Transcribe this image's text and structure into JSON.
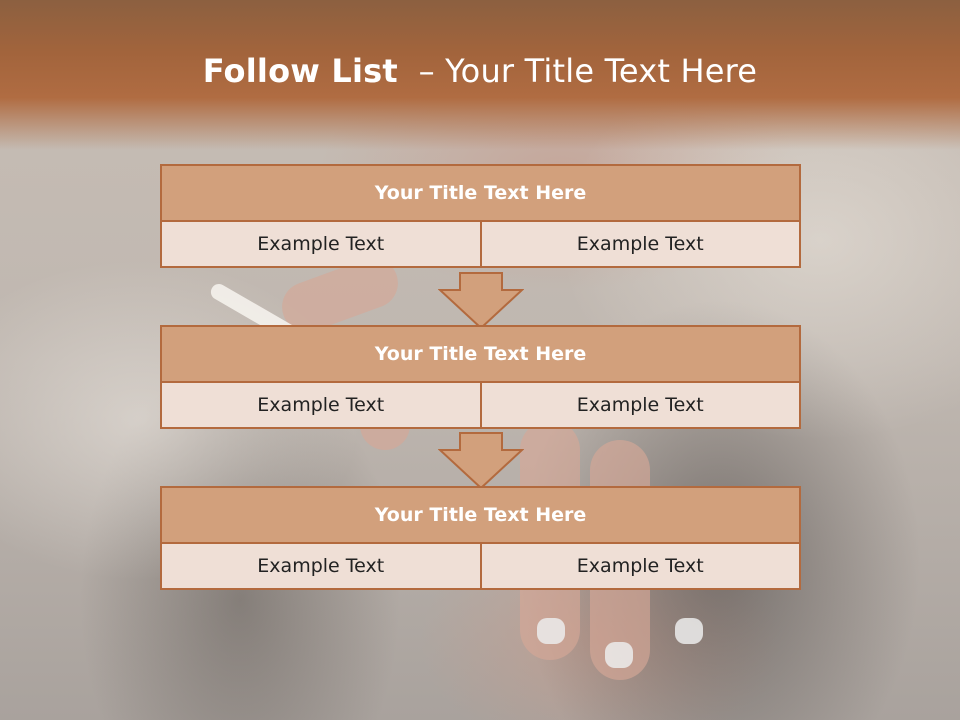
{
  "header": {
    "title_bold": "Follow List",
    "title_rest": "– Your Title Text Here"
  },
  "blocks": [
    {
      "title": "Your Title Text Here",
      "left": "Example Text",
      "right": "Example Text"
    },
    {
      "title": "Your Title Text Here",
      "left": "Example Text",
      "right": "Example Text"
    },
    {
      "title": "Your Title Text Here",
      "left": "Example Text",
      "right": "Example Text"
    }
  ],
  "colors": {
    "header": "#a2643c",
    "block_title_fill": "#d2a07c",
    "block_cell_fill": "#efdfd6",
    "border": "#b36a3e"
  },
  "icons": [
    "down-arrow-icon"
  ]
}
